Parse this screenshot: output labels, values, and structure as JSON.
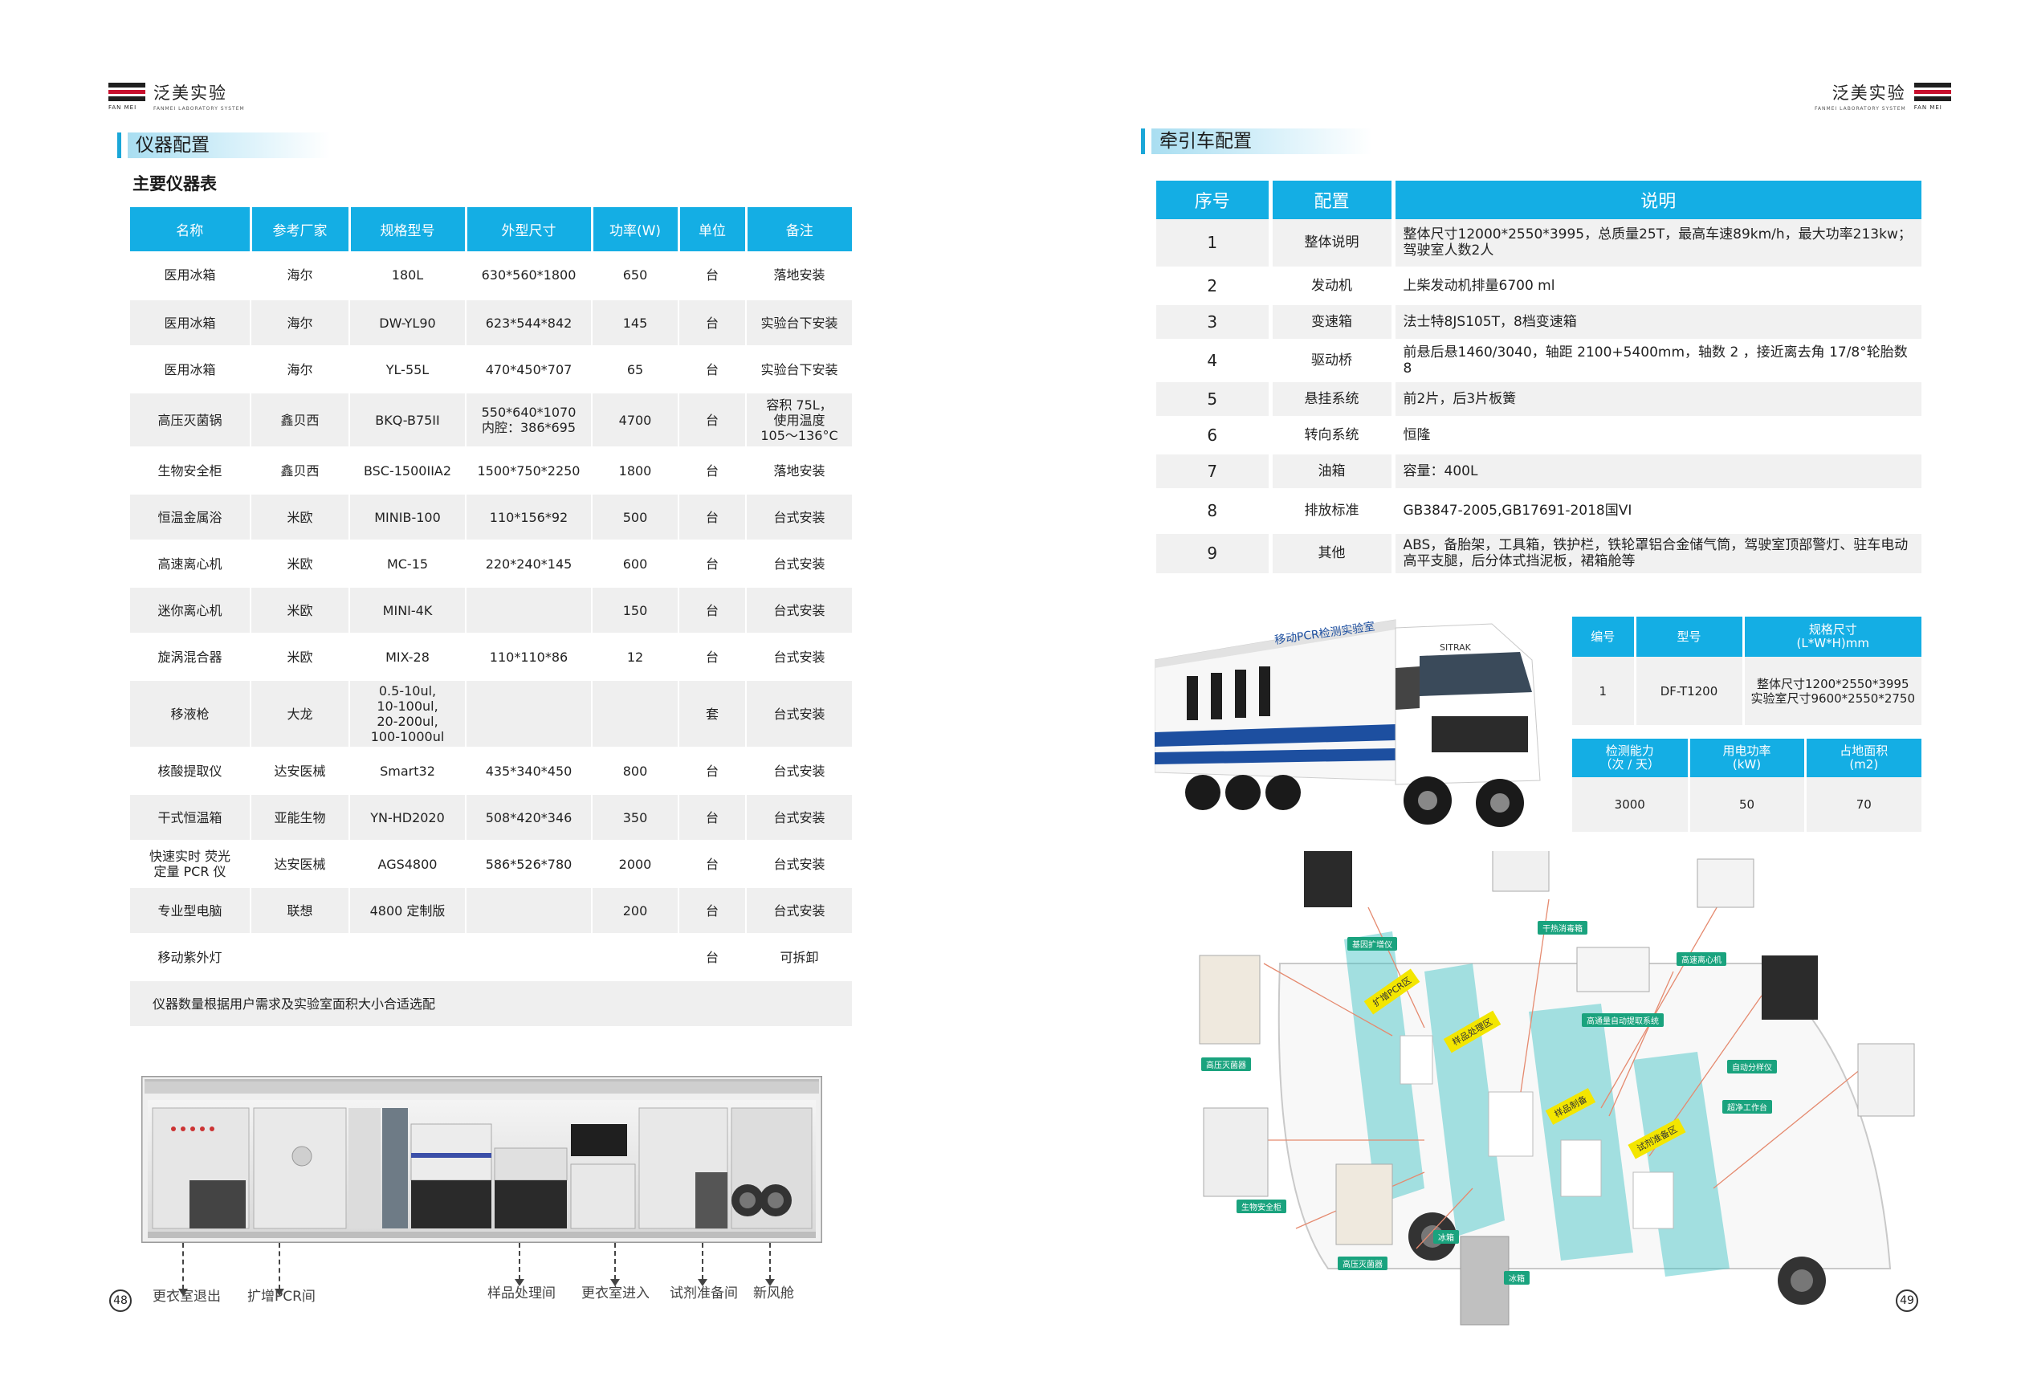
{
  "left": {
    "logo": {
      "cn": "泛美实验",
      "en_sub": "FANMEI LABORATORY SYSTEM",
      "en_mark": "FAN MEI"
    },
    "section_title": "仪器配置",
    "table_title": "主要仪器表",
    "table": {
      "headers": [
        "名称",
        "参考厂家",
        "规格型号",
        "外型尺寸",
        "功率(W)",
        "单位",
        "备注"
      ],
      "rows": [
        [
          "医用冰箱",
          "海尔",
          "180L",
          "630*560*1800",
          "650",
          "台",
          "落地安装"
        ],
        [
          "医用冰箱",
          "海尔",
          "DW-YL90",
          "623*544*842",
          "145",
          "台",
          "实验台下安装"
        ],
        [
          "医用冰箱",
          "海尔",
          "YL-55L",
          "470*450*707",
          "65",
          "台",
          "实验台下安装"
        ],
        [
          "高压灭菌锅",
          "鑫贝西",
          "BKQ-B75II",
          "550*640*1070\n内腔：386*695",
          "4700",
          "台",
          "容积 75L，\n使用温度\n105～136°C"
        ],
        [
          "生物安全柜",
          "鑫贝西",
          "BSC-1500IIA2",
          "1500*750*2250",
          "1800",
          "台",
          "落地安装"
        ],
        [
          "恒温金属浴",
          "米欧",
          "MINIB-100",
          "110*156*92",
          "500",
          "台",
          "台式安装"
        ],
        [
          "高速离心机",
          "米欧",
          "MC-15",
          "220*240*145",
          "600",
          "台",
          "台式安装"
        ],
        [
          "迷你离心机",
          "米欧",
          "MINI-4K",
          "",
          "150",
          "台",
          "台式安装"
        ],
        [
          "旋涡混合器",
          "米欧",
          "MIX-28",
          "110*110*86",
          "12",
          "台",
          "台式安装"
        ],
        [
          "移液枪",
          "大龙",
          "0.5-10ul,\n10-100ul,\n20-200ul,\n100-1000ul",
          "",
          "",
          "套",
          "台式安装"
        ],
        [
          "核酸提取仪",
          "达安医械",
          "Smart32",
          "435*340*450",
          "800",
          "台",
          "台式安装"
        ],
        [
          "干式恒温箱",
          "亚能生物",
          "YN-HD2020",
          "508*420*346",
          "350",
          "台",
          "台式安装"
        ],
        [
          "快速实时 荧光\n定量 PCR 仪",
          "达安医械",
          "AGS4800",
          "586*526*780",
          "2000",
          "台",
          "台式安装"
        ],
        [
          "专业型电脑",
          "联想",
          "4800 定制版",
          "",
          "200",
          "台",
          "台式安装"
        ],
        [
          "移动紫外灯",
          "",
          "",
          "",
          "",
          "台",
          "可拆卸"
        ]
      ],
      "note": "仪器数量根据用户需求及实验室面积大小合适选配"
    },
    "cutaway_labels": [
      "更衣室退出",
      "扩增PCR间",
      "样品处理间",
      "更衣室进入",
      "试剂准备间",
      "新风舱"
    ],
    "page_number": "48"
  },
  "right": {
    "logo": {
      "cn": "泛美实验",
      "en_sub": "FANMEI LABORATORY SYSTEM",
      "en_mark": "FAN MEI"
    },
    "section_title": "牵引车配置",
    "table": {
      "headers": [
        "序号",
        "配置",
        "说明"
      ],
      "rows": [
        [
          "1",
          "整体说明",
          "整体尺寸12000*2550*3995，总质量25T，最高车速89km/h，最大功率213kw；\n驾驶室人数2人"
        ],
        [
          "2",
          "发动机",
          "上柴发动机排量6700 ml"
        ],
        [
          "3",
          "变速箱",
          "法士特8JS105T，8档变速箱"
        ],
        [
          "4",
          "驱动桥",
          "前悬后悬1460/3040，轴距 2100+5400mm，轴数 2 ，接近离去角 17/8°轮胎数8"
        ],
        [
          "5",
          "悬挂系统",
          "前2片，后3片板簧"
        ],
        [
          "6",
          "转向系统",
          "恒隆"
        ],
        [
          "7",
          "油箱",
          "容量：400L"
        ],
        [
          "8",
          "排放标准",
          "GB3847-2005,GB17691-2018国VI"
        ],
        [
          "9",
          "其他",
          "ABS，备胎架，工具箱，铁护栏，铁轮罩铝合金储气筒，驾驶室顶部警灯、驻车电动\n高平支腿，后分体式挡泥板，裙箱舱等"
        ]
      ]
    },
    "spec1": {
      "headers": [
        "编号",
        "型号",
        "规格尺寸\n(L*W*H)mm"
      ],
      "row": [
        "1",
        "DF-T1200",
        "整体尺寸1200*2550*3995\n实验室尺寸9600*2550*2750"
      ]
    },
    "spec2": {
      "headers": [
        "检测能力\n（次 / 天）",
        "用电功率\n(kW)",
        "占地面积\n(m2)"
      ],
      "row": [
        "3000",
        "50",
        "70"
      ]
    },
    "truck_text": {
      "box_text": "移动PCR检测实验室",
      "brand": "SITRAK"
    },
    "diagram": {
      "equipment_tags": [
        "基因扩增仪",
        "干热消毒箱",
        "高速离心机",
        "高通量自动提取系统",
        "自动分样仪",
        "超净工作台",
        "高压灭菌器",
        "生物安全柜",
        "高压灭菌器",
        "冰箱",
        "冰箱"
      ],
      "zone_tags": [
        "扩增PCR区",
        "样品处理区",
        "样品制备",
        "试剂准备区"
      ]
    },
    "page_number": "49"
  },
  "colors": {
    "accent": "#14aee4",
    "row_alt": "#efefef",
    "brand_red": "#c8102e"
  }
}
